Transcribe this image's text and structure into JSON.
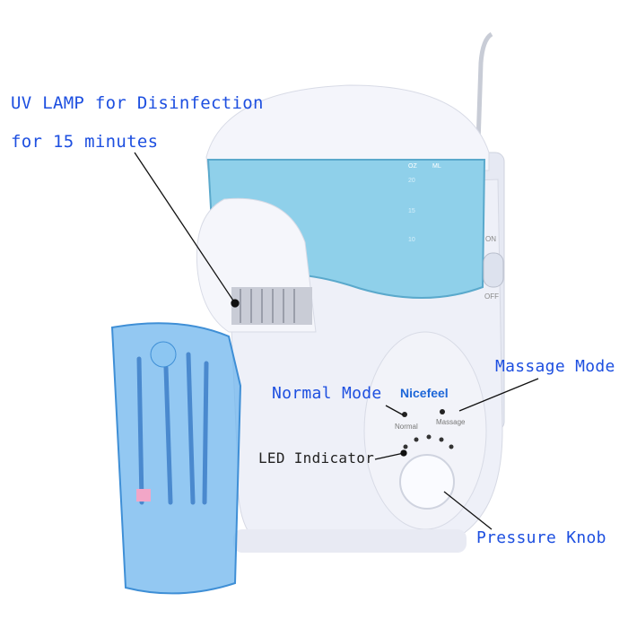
{
  "annotations": {
    "uv_lamp_line1": "UV LAMP for Disinfection",
    "uv_lamp_line2": "for 15 minutes",
    "massage_mode": "Massage Mode",
    "normal_mode": "Normal Mode",
    "led_indicator": "LED Indicator",
    "pressure_knob": "Pressure Knob"
  },
  "device": {
    "brand": "Nicefeel",
    "normal_label": "Normal",
    "massage_label": "Massage",
    "switch_on": "ON",
    "switch_off": "OFF",
    "scale_units": [
      "OZ",
      "ML"
    ],
    "scale_oz": [
      "20",
      "15",
      "10"
    ]
  },
  "colors": {
    "annotation_text": "#1d4fe0",
    "device_body": "#eef0f8",
    "reservoir": "#8fd0ea",
    "cup": "#6fb6ee"
  }
}
